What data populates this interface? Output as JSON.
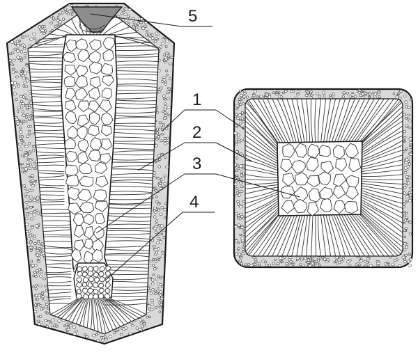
{
  "callouts": [
    {
      "id": "1",
      "label": "1"
    },
    {
      "id": "2",
      "label": "2"
    },
    {
      "id": "3",
      "label": "3"
    },
    {
      "id": "4",
      "label": "4"
    },
    {
      "id": "5",
      "label": "5"
    }
  ],
  "colors": {
    "line": "#1a1a1a",
    "chill_zone": "#d9d9d9",
    "shrinkage_cavity": "#8c8c8c",
    "background": "#ffffff"
  }
}
